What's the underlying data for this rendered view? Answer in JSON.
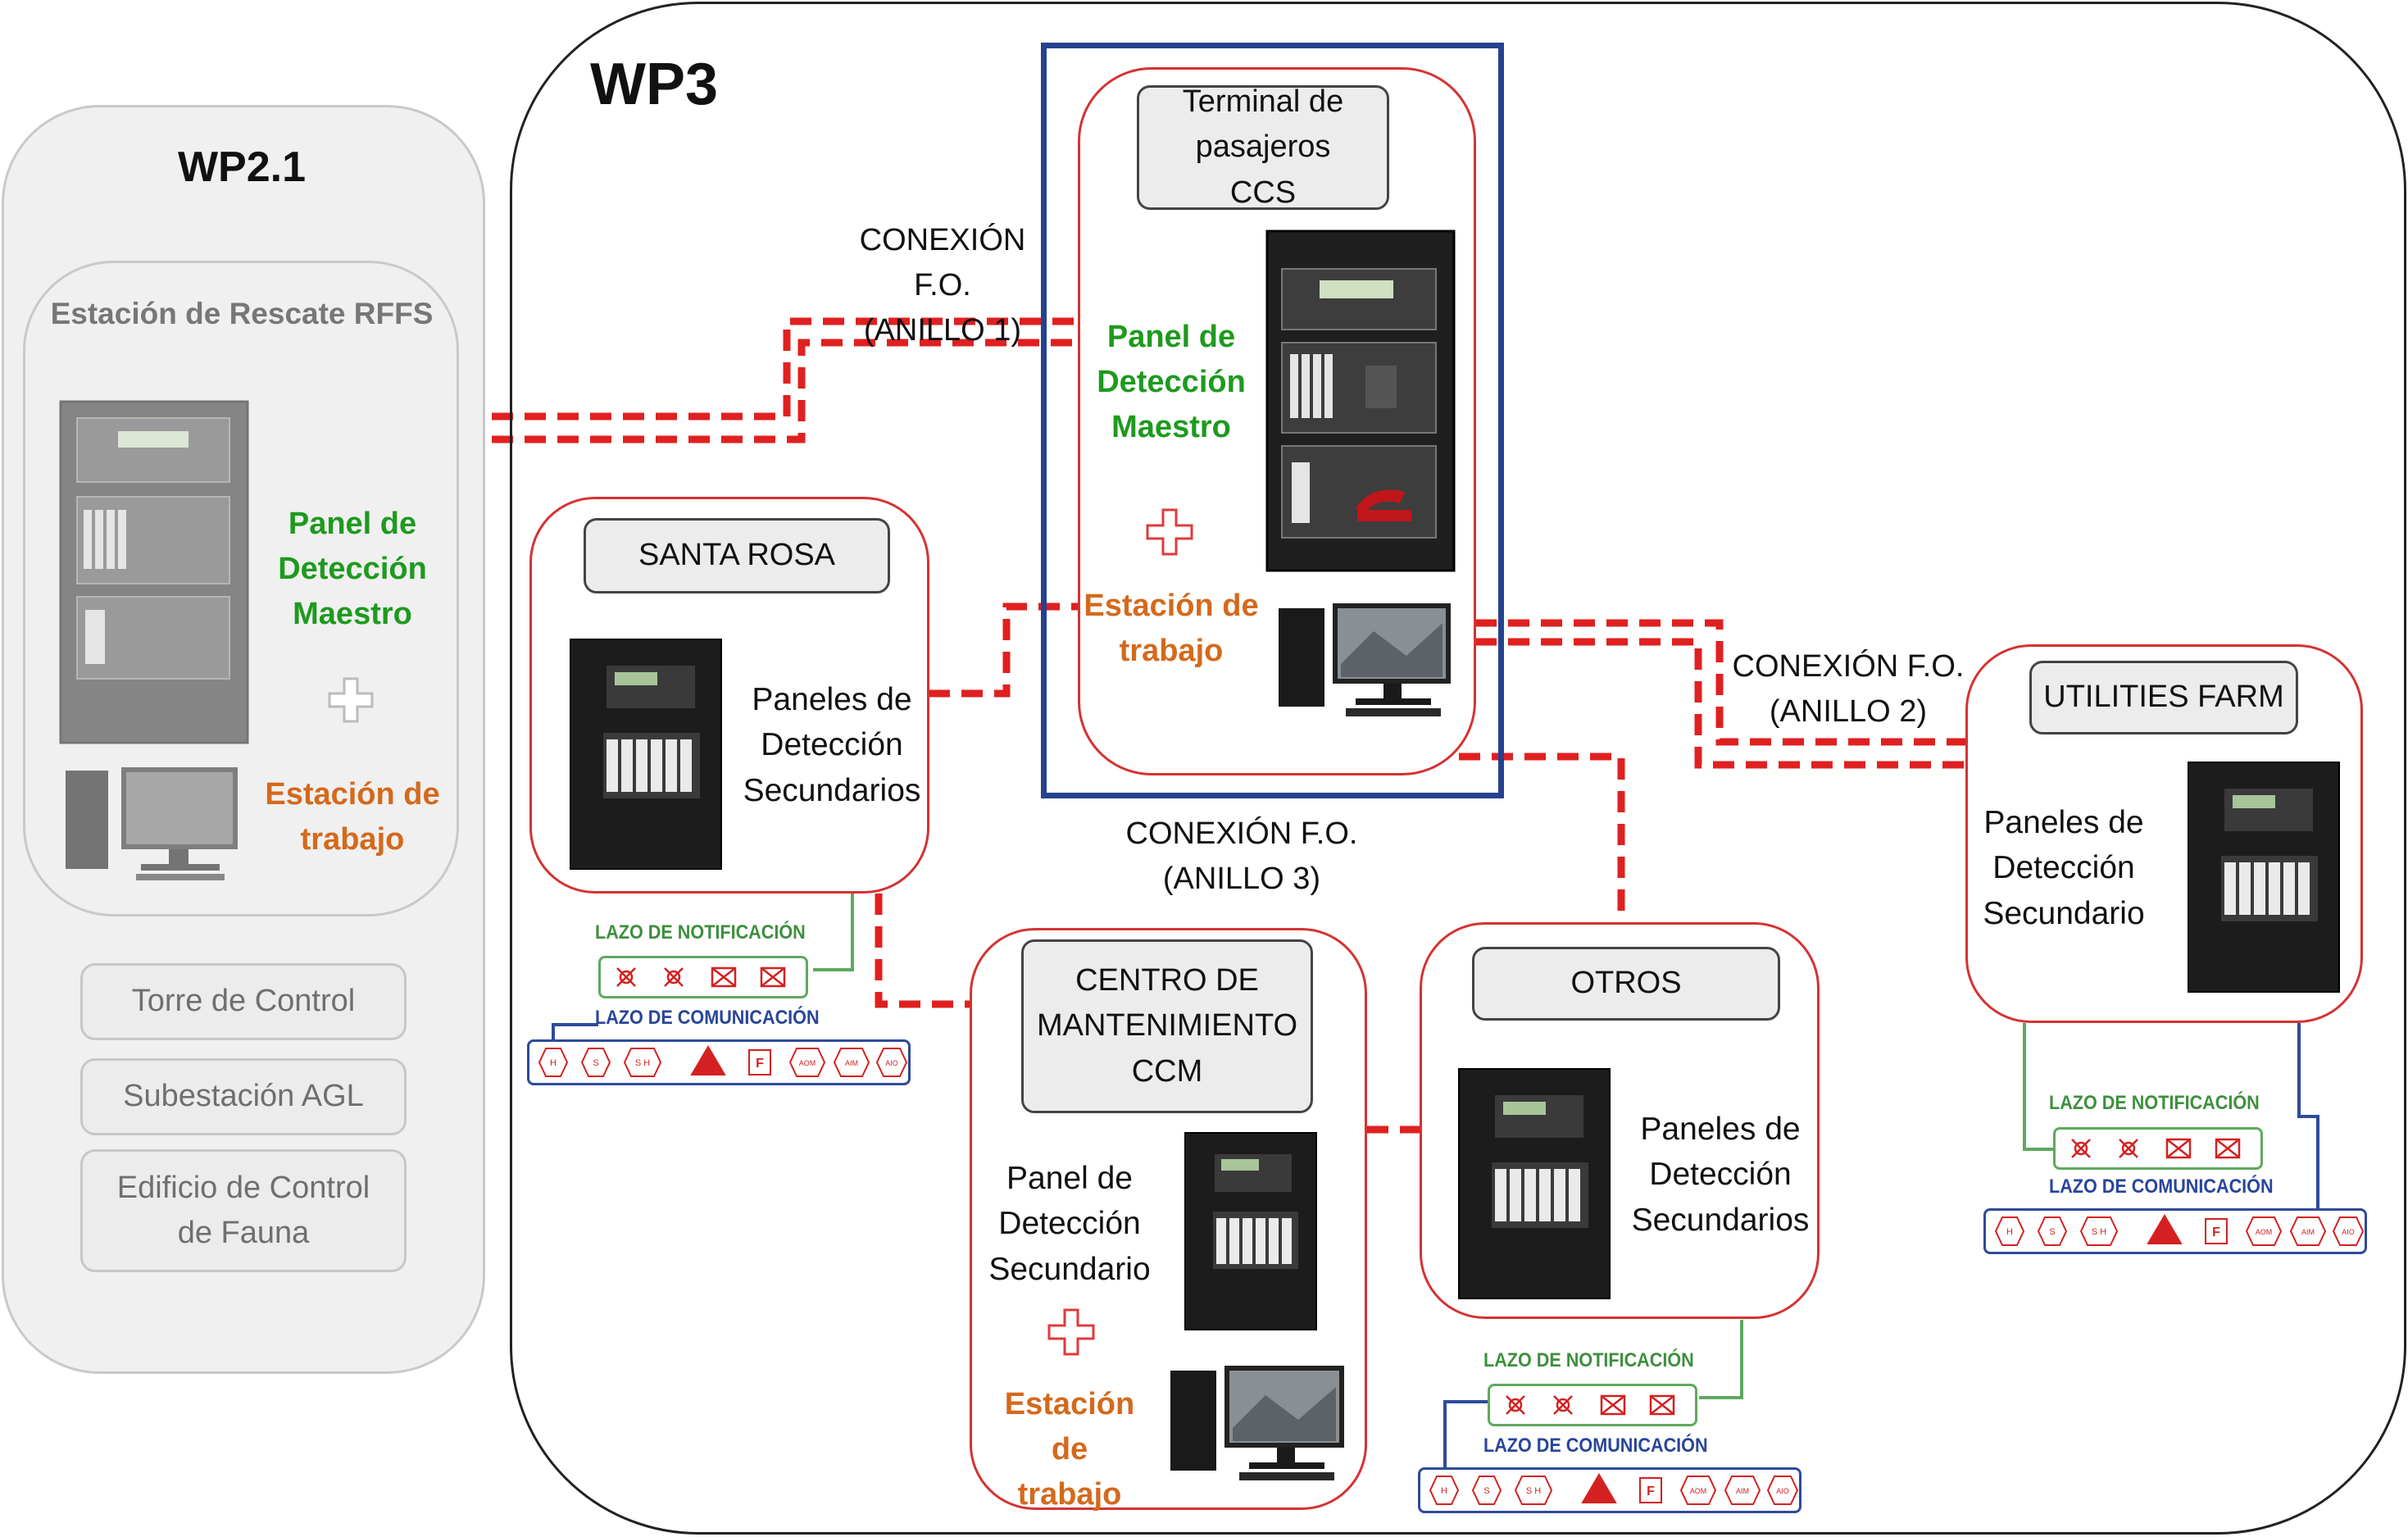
{
  "wp21": {
    "title": "WP2.1",
    "rescue_station": {
      "title": "Estación de Rescate RFFS",
      "panel": [
        "Panel de",
        "Detección",
        "Maestro"
      ],
      "workstation": [
        "Estación de",
        "trabajo"
      ]
    },
    "buildings": [
      "Torre de Control",
      "Subestación AGL",
      "Edificio de Control de Fauna"
    ]
  },
  "wp3": {
    "title": "WP3",
    "ccs": {
      "title": "Terminal de pasajeros CCS",
      "panel": [
        "Panel de",
        "Detección",
        "Maestro"
      ],
      "workstation": [
        "Estación de",
        "trabajo"
      ]
    },
    "santa_rosa": {
      "title": "SANTA ROSA",
      "panels": [
        "Paneles de",
        "Detección",
        "Secundarios"
      ]
    },
    "utilities_farm": {
      "title": "UTILITIES FARM",
      "panels": [
        "Paneles de",
        "Detección",
        "Secundario"
      ]
    },
    "ccm": {
      "title": "CENTRO DE MANTENIMIENTO CCM",
      "panel": [
        "Panel de",
        "Detección",
        "Secundario"
      ],
      "workstation": [
        "Estación de",
        "trabajo"
      ]
    },
    "otros": {
      "title": "OTROS",
      "panels": [
        "Paneles de",
        "Detección",
        "Secundarios"
      ]
    }
  },
  "connections": {
    "ring1": [
      "CONEXIÓN F.O.",
      "(ANILLO 1)"
    ],
    "ring2": [
      "CONEXIÓN F.O.",
      "(ANILLO 2)"
    ],
    "ring3": [
      "CONEXIÓN F.O.",
      "(ANILLO 3)"
    ]
  },
  "loops": {
    "notification": "LAZO DE NOTIFICACIÓN",
    "communication": "LAZO DE COMUNICACIÓN",
    "comm_devices": [
      "H",
      "S",
      "S H",
      "",
      "F",
      "AOM",
      "AIM",
      "AIO"
    ]
  },
  "colors": {
    "connection_line": "#e02020",
    "frame_highlight": "#25428f",
    "green_text": "#1e9a1e",
    "orange_text": "#d4691c"
  }
}
